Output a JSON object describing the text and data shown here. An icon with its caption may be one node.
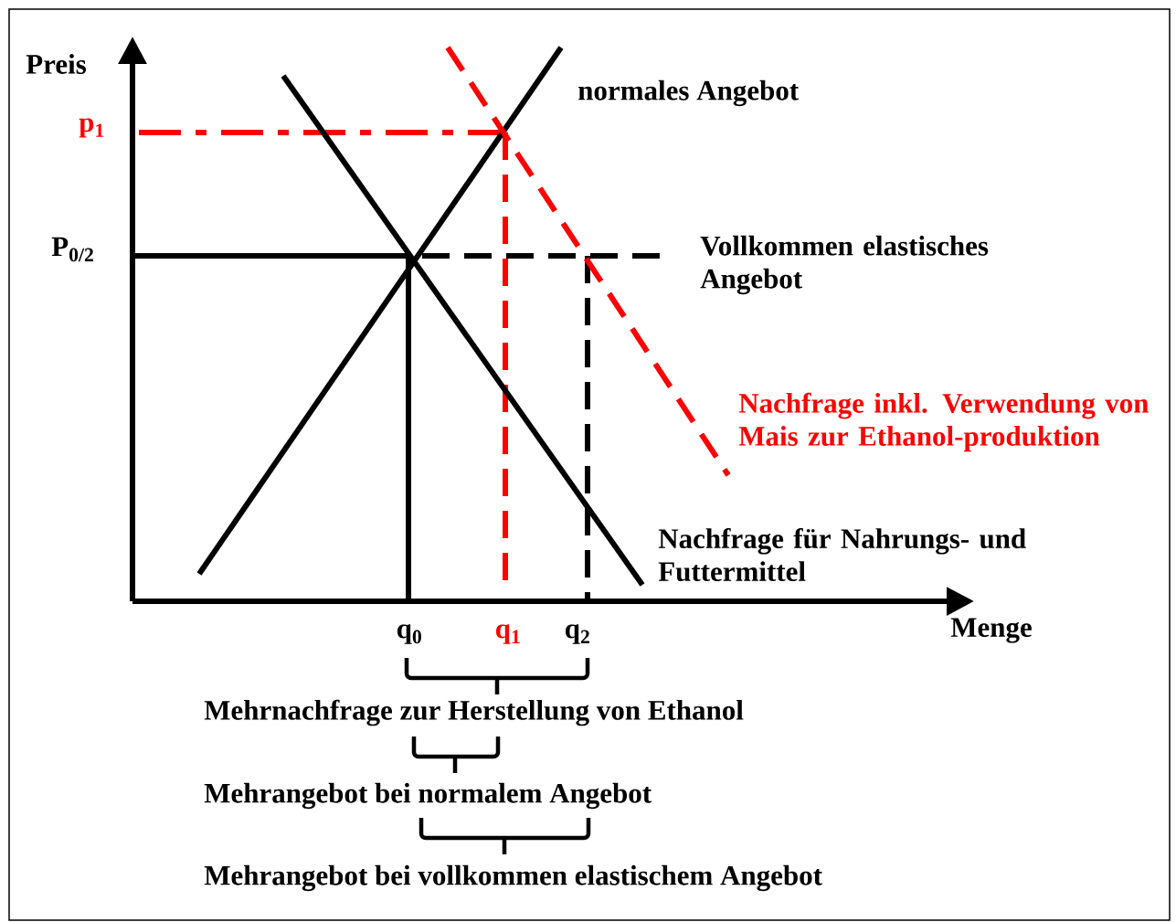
{
  "diagram": {
    "labels": [
      "Preis",
      "p$_{1}$",
      "normales Angebot",
      "P$_{0/2}$",
      "Vollkommen elastisches Angebot",
      "Nachfrage inkl. Verwendung von Mais zur Ethanol-produktion",
      "Nachfrage für Nahrungs- und Futtermittel",
      "q$_{0}$",
      "q$_{1}$",
      "q$_{2}$",
      "Menge",
      "Mehrnachfrage zur Herstellung von Ethanol",
      "Mehrangebot bei normalem Angebot",
      "Mehrangebot bei vollkommen elastischem Angebot"
    ]
  }
}
